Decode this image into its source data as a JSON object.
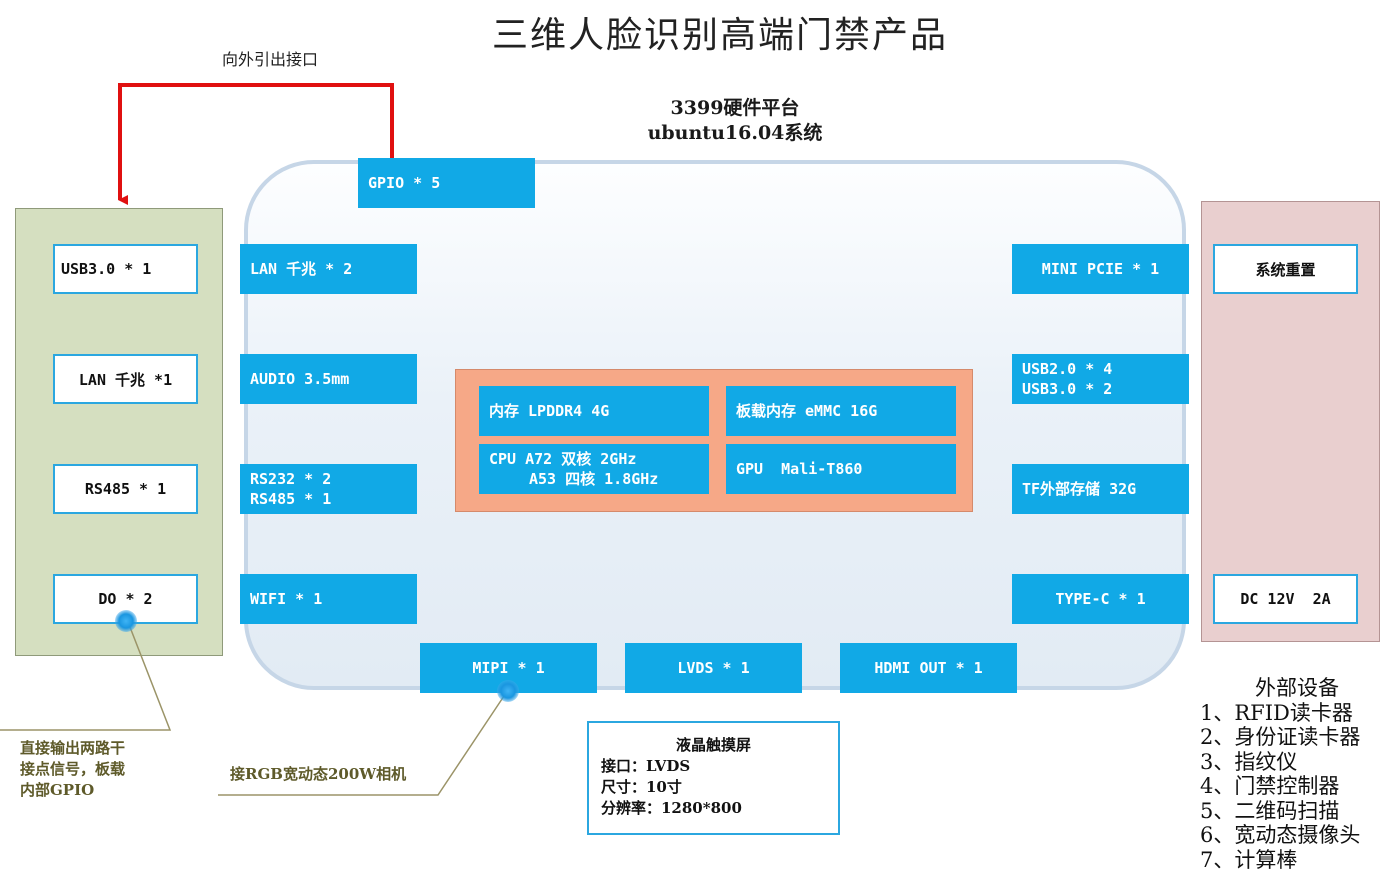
{
  "title": "三维人脸识别高端门禁产品",
  "platform": {
    "line1": "3399硬件平台",
    "line2": "ubuntu16.04系统"
  },
  "external_interface_label": "向外引出接口",
  "board_ports": {
    "gpio": "GPIO * 5",
    "lan": "LAN 千兆 * 2",
    "audio": "AUDIO 3.5mm",
    "serial_line1": "RS232 * 2",
    "serial_line2": "RS485 * 1",
    "wifi": "WIFI * 1",
    "mipi": "MIPI * 1",
    "lvds": "LVDS * 1",
    "hdmi": "HDMI OUT * 1",
    "mini_pcie": "MINI PCIE * 1",
    "usb_line1": "USB2.0 * 4",
    "usb_line2": "USB3.0 * 2",
    "tf": "TF外部存储 32G",
    "typec": "TYPE-C * 1"
  },
  "core": {
    "memory": "内存 LPDDR4 4G",
    "emmc": "板载内存 eMMC 16G",
    "cpu_line1": "CPU A72 双核 2GHz",
    "cpu_line2": "A53 四核 1.8GHz",
    "gpu": "GPU  Mali-T860"
  },
  "left_panel": {
    "items": [
      "USB3.0 * 1",
      "LAN 千兆 *1",
      "RS485 * 1",
      "DO * 2"
    ]
  },
  "right_panel": {
    "reset": "系统重置",
    "power": "DC 12V  2A"
  },
  "lcd": {
    "title": "液晶触摸屏",
    "interface": "接口：LVDS",
    "size": "尺寸：10寸",
    "resolution": "分辨率：1280*800"
  },
  "devices": {
    "title": "外部设备",
    "items": [
      "1、RFID读卡器",
      "2、身份证读卡器",
      "3、指纹仪",
      "4、门禁控制器",
      "5、二维码扫描",
      "6、宽动态摄像头",
      "7、计算棒"
    ]
  },
  "notes": {
    "do_note_line1": "直接输出两路干",
    "do_note_line2": "接点信号，板载",
    "do_note_line3": "内部GPIO",
    "mipi_note": "接RGB宽动态200W相机"
  },
  "colors": {
    "port_blue": "#11a9e6",
    "core_orange": "#f6a887",
    "left_panel_green": "#d5dfc0",
    "right_panel_pink": "#e9cfcf",
    "arrow_red": "#e01010"
  }
}
